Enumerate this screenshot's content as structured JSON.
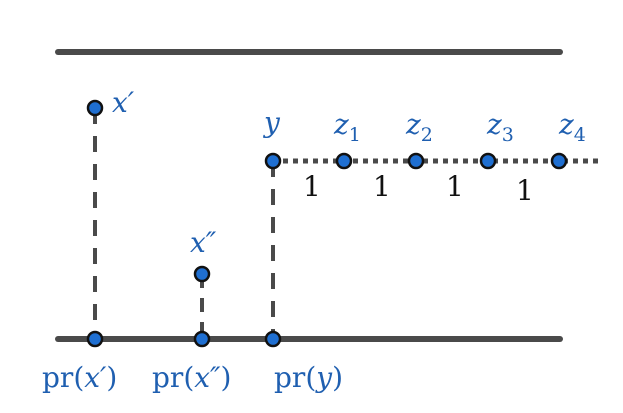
{
  "colors": {
    "line": "#4a4a4a",
    "point_fill": "#1f6fd1",
    "point_stroke": "#111111",
    "label_blue": "#1f5fb0",
    "text_black": "#111111"
  },
  "points": {
    "x_prime": "x′",
    "x_double_prime": "x″",
    "y": "y"
  },
  "z_points": [
    {
      "base": "z",
      "sub": "1"
    },
    {
      "base": "z",
      "sub": "2"
    },
    {
      "base": "z",
      "sub": "3"
    },
    {
      "base": "z",
      "sub": "4"
    }
  ],
  "distances": [
    "1",
    "1",
    "1",
    "1"
  ],
  "projections": {
    "pr_x_prime": {
      "fn": "pr",
      "arg": "x′"
    },
    "pr_x_double_prime": {
      "fn": "pr",
      "arg": "x″"
    },
    "pr_y": {
      "fn": "pr",
      "arg": "y"
    }
  }
}
